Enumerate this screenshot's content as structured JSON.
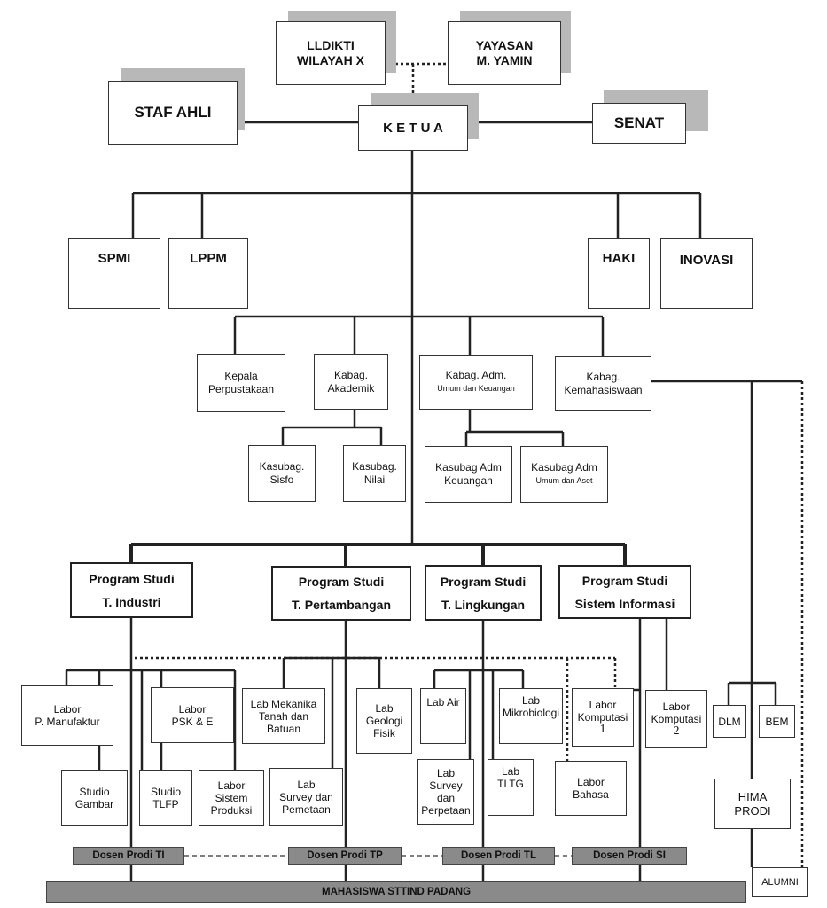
{
  "top": {
    "lldikti": "LLDIKTI\nWILAYAH X",
    "yayasan": "YAYASAN\nM. YAMIN",
    "staf_ahli": "STAF AHLI",
    "ketua": "K E T U A",
    "senat": "SENAT"
  },
  "units": {
    "spmi": "SPMI",
    "lppm": "LPPM",
    "haki": "HAKI",
    "inovasi": "INOVASI"
  },
  "kabag": {
    "perpustakaan": "Kepala\nPerpustakaan",
    "akademik": "Kabag.\nAkademik",
    "adm_line1": "Kabag. Adm.",
    "adm_line2": "Umum dan Keuangan",
    "kemahasiswaan": "Kabag.\nKemahasiswaan"
  },
  "kasubag": {
    "sisfo": "Kasubag.\nSisfo",
    "nilai": "Kasubag.\nNilai",
    "keuangan": "Kasubag Adm\nKeuangan",
    "aset_line1": "Kasubag Adm",
    "aset_line2": "Umum dan Aset"
  },
  "prodi": {
    "ti": "Program Studi\nT. Industri",
    "tp": "Program Studi\nT. Pertambangan",
    "tl": "Program Studi\nT. Lingkungan",
    "si": "Program Studi\nSistem Informasi"
  },
  "labs": {
    "p_manufaktur": "Labor\nP. Manufaktur",
    "psk": "Labor\nPSK & E",
    "studio_gambar": "Studio\nGambar",
    "studio_tlfp": "Studio\nTLFP",
    "sistem_produksi": "Labor\nSistem\nProduksi",
    "mekanika": "Lab Mekanika\nTanah  dan\nBatuan",
    "geologi": "Lab\nGeologi\nFisik",
    "survey_pemetaan": "Lab\nSurvey dan\nPemetaan",
    "air": "Lab Air",
    "mikrobiologi": "Lab\nMikrobiologi",
    "survey_perpetaan": "Lab\nSurvey\ndan\nPerpetaan",
    "tltg": "Lab\nTLTG",
    "komputasi1_label": "Labor\nKomputasi",
    "komputasi1_num": "1",
    "komputasi2_label": "Labor\nKomputasi",
    "komputasi2_num": "2",
    "bahasa": "Labor\nBahasa"
  },
  "student": {
    "dlm": "DLM",
    "bem": "BEM",
    "hima": "HIMA\nPRODI",
    "alumni": "ALUMNI"
  },
  "dosen": {
    "ti": "Dosen Prodi TI",
    "tp": "Dosen Prodi TP",
    "tl": "Dosen Prodi TL",
    "si": "Dosen Prodi SI"
  },
  "mahasiswa": "MAHASISWA  STTIND PADANG",
  "colors": {
    "shadow": "#b8b8b8",
    "dosen_bar": "#8a8a8a",
    "line": "#222222"
  }
}
